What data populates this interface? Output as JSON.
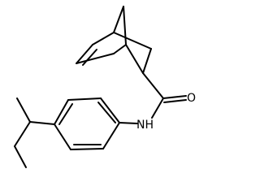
{
  "molecule": {
    "atoms": [
      {
        "element": "O",
        "label": "O"
      },
      {
        "element": "N",
        "label": "NH"
      }
    ]
  },
  "colors": {
    "bond": "#000000",
    "label": "#000000",
    "background": "#ffffff"
  }
}
